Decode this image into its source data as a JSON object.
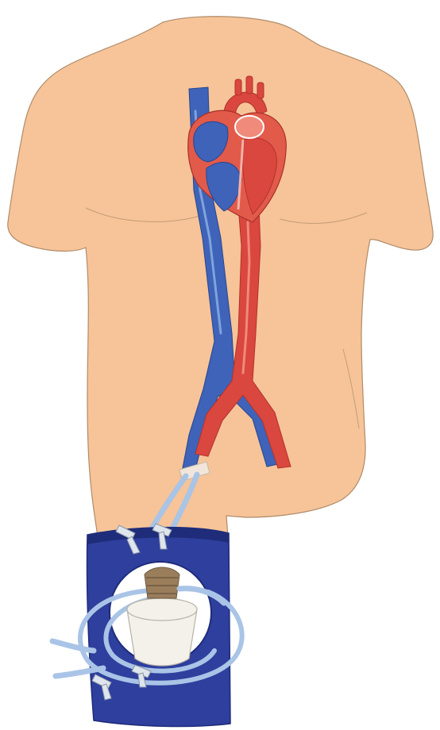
{
  "figure": {
    "colors": {
      "background": "#ffffff",
      "skin": "#f6c498",
      "skin_outline": "#b08c6a",
      "vein": "#3e63b8",
      "vein_light": "#7fa3dc",
      "artery": "#d9473f",
      "artery_light": "#f08a7a",
      "heart_muscle": "#e25a4a",
      "cuff": "#2e3f9e",
      "cuff_dark": "#1f2c7a",
      "tubing": "#a9c4e6",
      "pump_housing": "#f4f1ea",
      "pump_cap": "#9a7e5c",
      "clamp": "#dfe5ec"
    },
    "icons": [
      "torso-silhouette",
      "heart",
      "vena-cava",
      "aorta",
      "cannula",
      "thigh-cuff",
      "centrifugal-pump",
      "tube-clamp"
    ]
  }
}
